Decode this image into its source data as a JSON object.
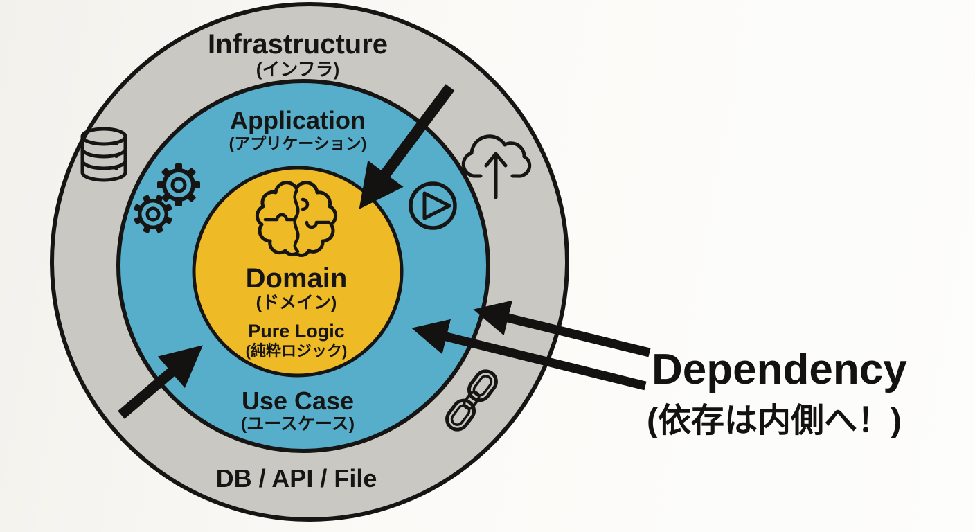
{
  "diagram_title": "Clean architecture onion diagram",
  "colors": {
    "outer_ring": "#c9c8c3",
    "middle_ring": "#56aeca",
    "inner_circle": "#eebb27",
    "circle_stroke": "#161513",
    "arrow": "#131210"
  },
  "layers": {
    "infrastructure": {
      "label": "Infrastructure",
      "label_ja": "(インフラ)",
      "examples": "DB / API / File"
    },
    "application": {
      "label": "Application",
      "label_ja": "(アプリケーション)"
    },
    "use_case": {
      "label": "Use Case",
      "label_ja": "(ユースケース)"
    },
    "domain": {
      "label": "Domain",
      "label_ja": "(ドメイン)",
      "sublabel": "Pure Logic",
      "sublabel_ja": "(純粋ロジック)"
    }
  },
  "annotation": {
    "label": "Dependency",
    "label_ja": "(依存は内側へ！)"
  },
  "icons": {
    "outer_left": "database-icon",
    "middle_left": "gears-icon",
    "outer_top_right": "cloud-upload-icon",
    "middle_right": "play-icon",
    "outer_bottom_right": "chain-link-icon",
    "center": "brain-puzzle-icon"
  }
}
